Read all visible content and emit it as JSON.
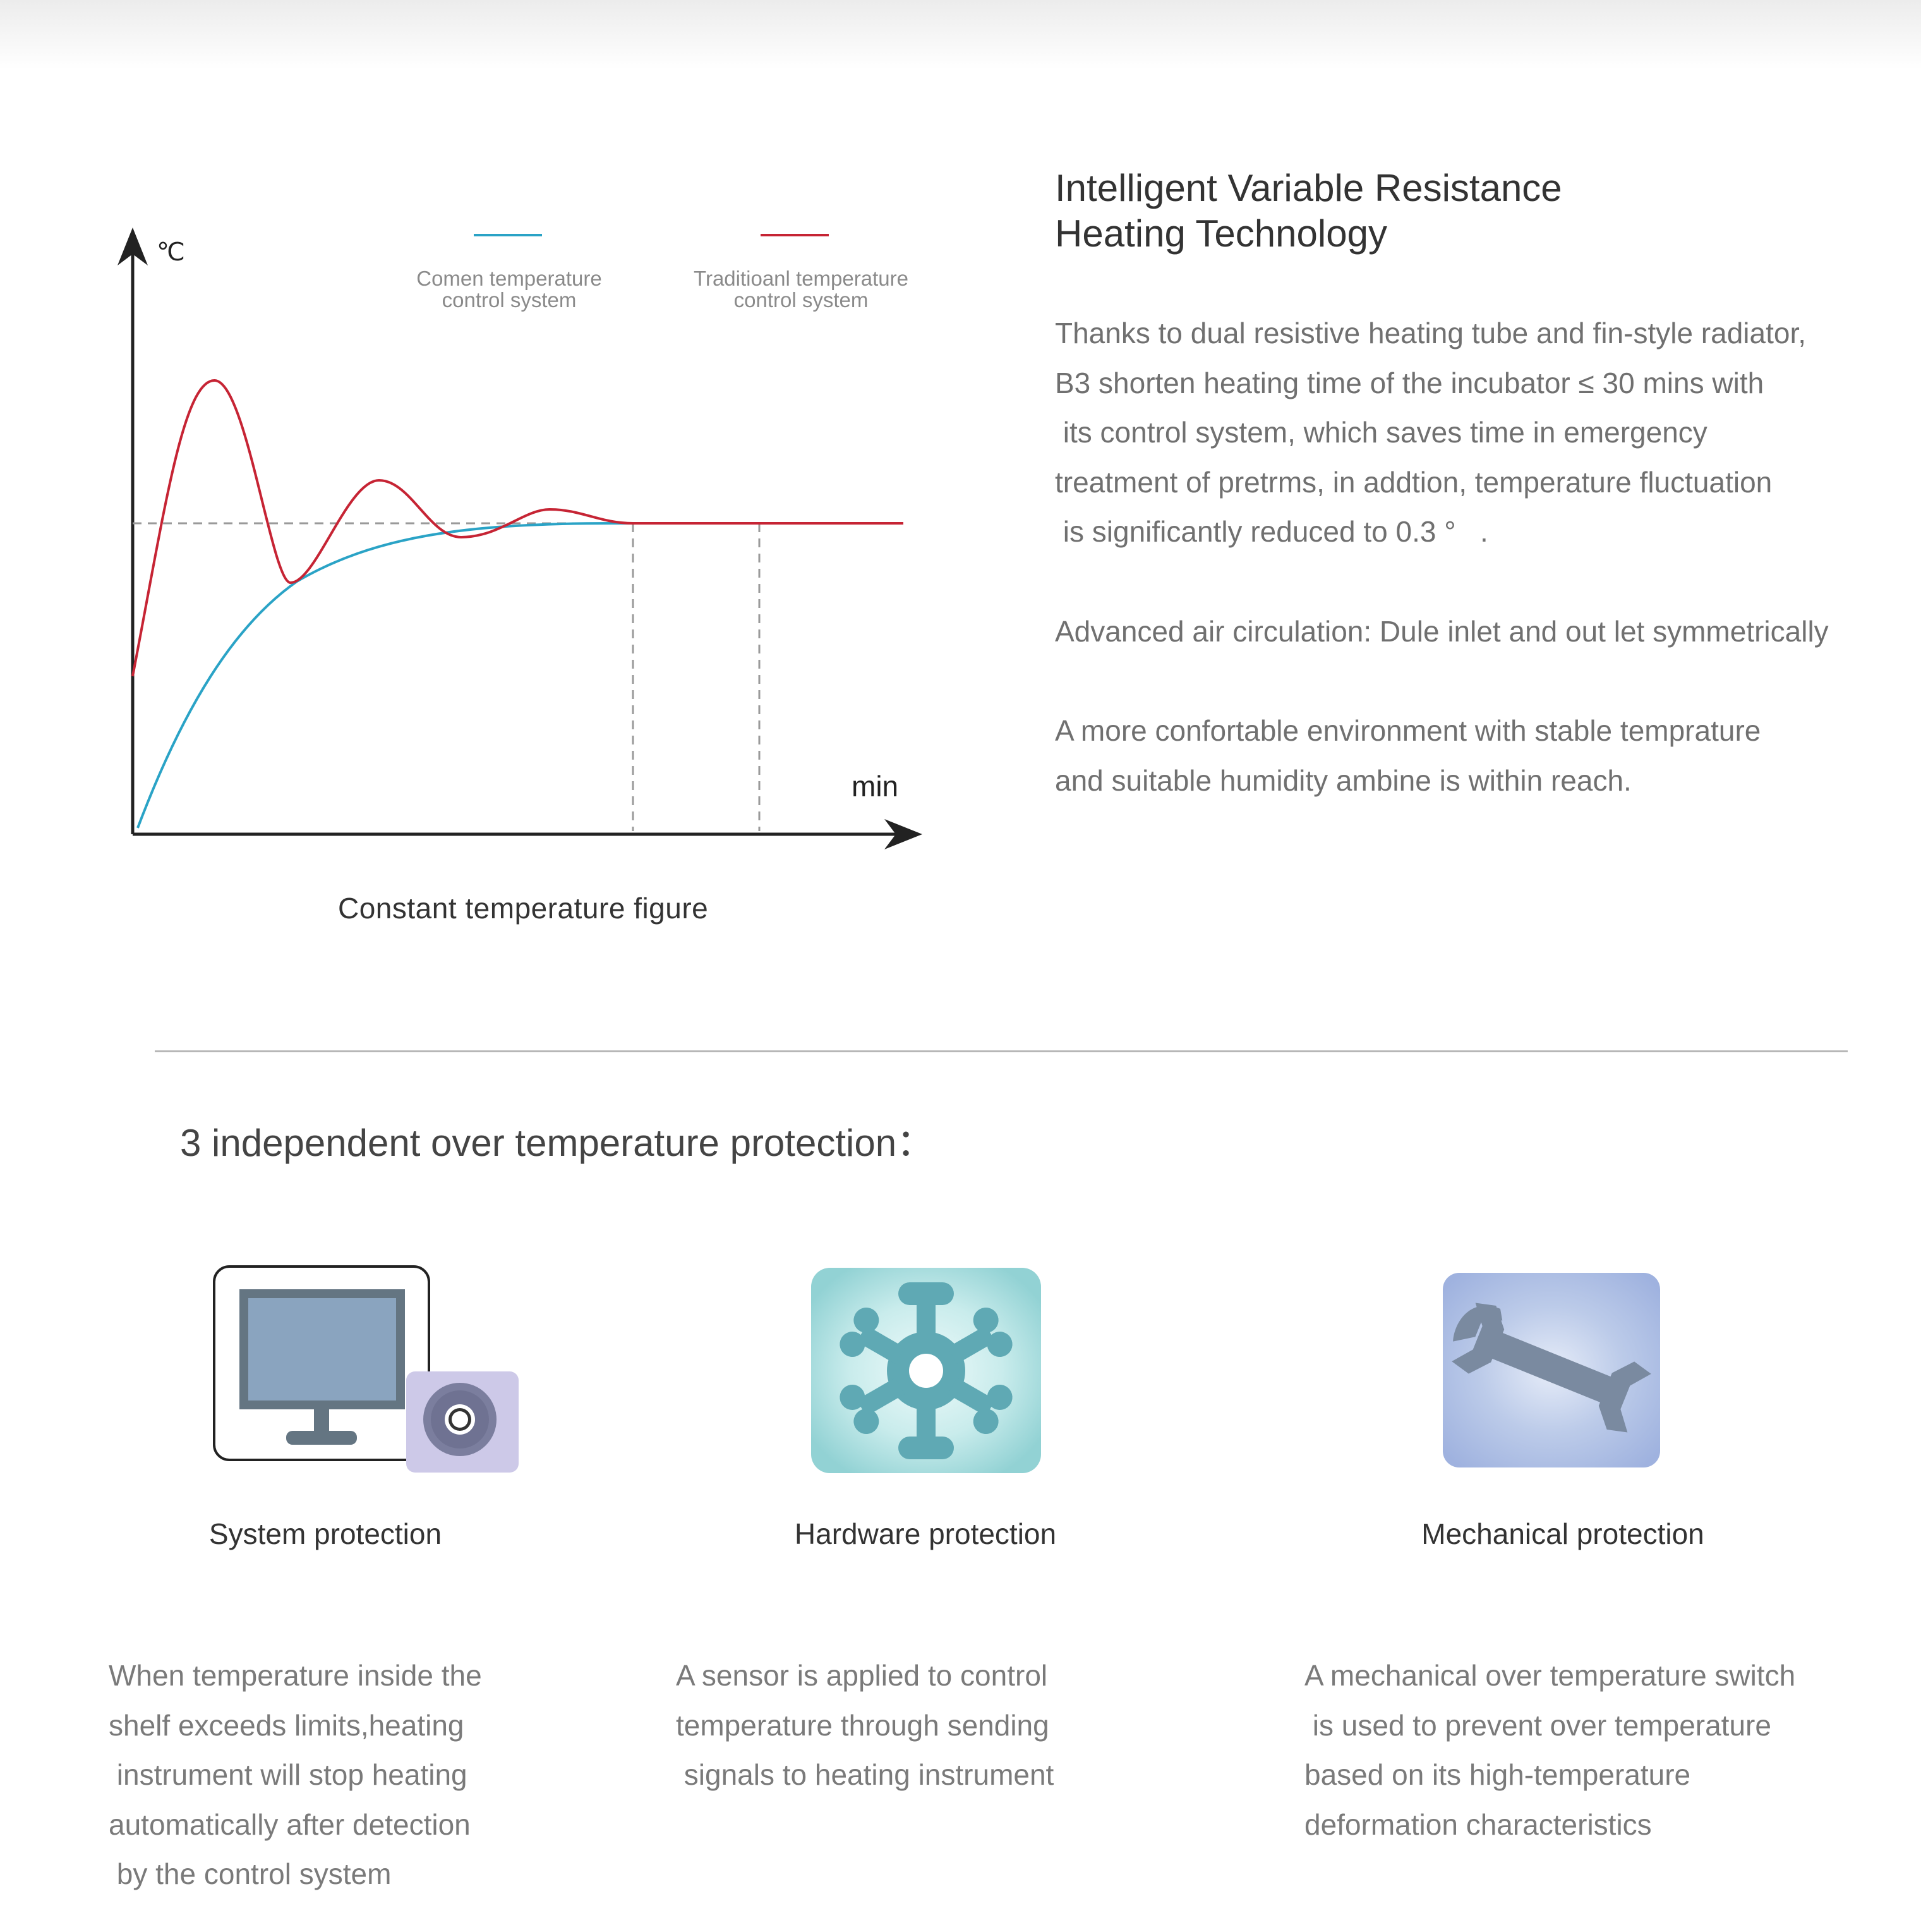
{
  "chart_data": {
    "type": "line",
    "ylabel": "℃",
    "xlabel": "min",
    "caption": "Constant temperature figure",
    "series": [
      {
        "name": "Comen temperature control system",
        "name_lines": [
          "Comen temperature",
          "control system"
        ],
        "color": "#2aa3c6"
      },
      {
        "name": "Traditioanl temperature control system",
        "name_lines": [
          "Traditioanl temperature",
          "control system"
        ],
        "color": "#c62434"
      }
    ]
  },
  "heating": {
    "title_lines": [
      "Intelligent Variable Resistance",
      "Heating Technology"
    ],
    "para1_lines": [
      "Thanks to dual resistive heating tube and fin-style radiator,",
      "B3 shorten heating time of the incubator ≤ 30 mins with",
      " its control system, which saves time in emergency",
      "treatment of pretrms, in addtion, temperature fluctuation",
      " is significantly reduced to 0.3 °   ."
    ],
    "para2_lines": [
      "Advanced air circulation: Dule inlet and out let symmetrically"
    ],
    "para3_lines": [
      "A more confortable environment with stable temprature",
      "and suitable humidity ambine is within reach."
    ]
  },
  "protection": {
    "title": "3 independent over temperature protection：",
    "items": [
      {
        "label": "System protection",
        "icon": "monitor-and-disc-icon",
        "desc_lines": [
          "When temperature inside the",
          "shelf exceeds limits,heating",
          " instrument will stop heating",
          "automatically after detection",
          " by the control system"
        ]
      },
      {
        "label": "Hardware protection",
        "icon": "gear-sensor-icon",
        "desc_lines": [
          "A sensor is applied to control",
          "temperature through sending",
          " signals to heating instrument"
        ]
      },
      {
        "label": "Mechanical protection",
        "icon": "wrench-icon",
        "desc_lines": [
          "A mechanical over temperature switch",
          " is used to prevent over temperature",
          "based on its high-temperature",
          "deformation characteristics"
        ]
      }
    ]
  }
}
